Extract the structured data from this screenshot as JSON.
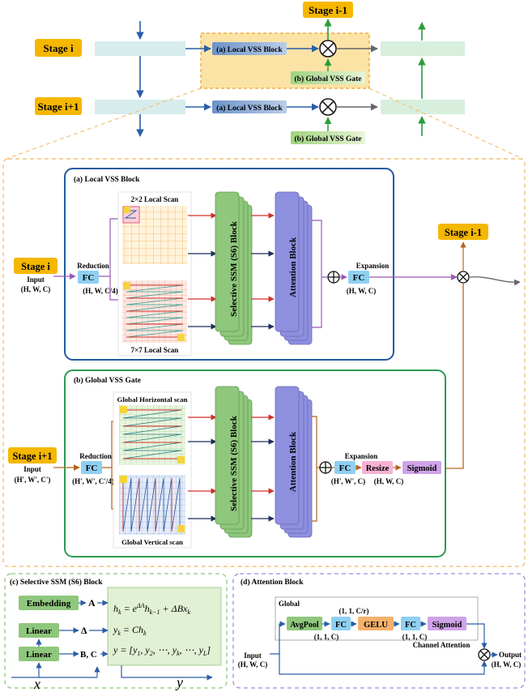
{
  "top": {
    "stage_i": "Stage i",
    "stage_i1": "Stage i+1",
    "stage_im1": "Stage i-1",
    "local_vss_block": "(a) Local VSS Block",
    "global_vss_gate": "(b) Global VSS Gate"
  },
  "local": {
    "panel_title": "(a) Local VSS Block",
    "stage": "Stage i",
    "input_label": "Input",
    "input_shape": "(H, W, C)",
    "reduction": "Reduction",
    "fc": "FC",
    "reduced_shape": "(H, W, C/4)",
    "scan_2x2": "2×2 Local Scan",
    "scan_7x7": "7×7 Local Scan",
    "ssm": "Selective SSM (S6) Block",
    "attention": "Attention  Block",
    "expansion": "Expansion",
    "expanded_shape": "(H, W, C)",
    "stage_out": "Stage i-1"
  },
  "global": {
    "panel_title": "(b) Global VSS Gate",
    "stage": "Stage i+1",
    "input_label": "Input",
    "input_shape": "(H', W', C')",
    "reduction": "Reduction",
    "fc": "FC",
    "reduced_shape": "(H', W', C'/4)",
    "scan_h": "Global Horizontal scan",
    "scan_v": "Global Vertical scan",
    "ssm": "Selective SSM (S6) Block",
    "attention": "Attention  Block",
    "expansion": "Expansion",
    "expanded_shape": "(H', W', C)",
    "resize": "Resize",
    "resized_shape": "(H, W, C)",
    "sigmoid": "Sigmoid"
  },
  "ssm_panel": {
    "title": "(c) Selective SSM (S6) Block",
    "embedding": "Embedding",
    "linear": "Linear",
    "A": "A",
    "delta": "Δ",
    "BC": "B, C",
    "x": "x",
    "y": "y",
    "eq1": "hₖ = e^{ΔA} hₖ₋₁ + ΔBxₖ",
    "eq2": "yₖ = Chₖ",
    "eq3": "y = [y₁, y₂, ⋯, yₖ, ⋯, y_L]"
  },
  "attn_panel": {
    "title": "(d) Attention Block",
    "global": "Global",
    "avgpool": "AvgPool",
    "fc": "FC",
    "gelu": "GELU",
    "sigmoid": "Sigmoid",
    "shape_cr": "(1, 1, C/r)",
    "shape_c1": "(1, 1, C)",
    "shape_c2": "(1, 1, C)",
    "channel_attention": "Channel Attention",
    "input_label": "Input",
    "input_shape": "(H, W, C)",
    "output_label": "Output",
    "output_shape": "(H, W, C)"
  },
  "colors": {
    "stage_orange": "#f5b700",
    "fc_blue": "#8fd0f2",
    "ssm_green": "#8fc77d",
    "attn_purple": "#8f8fe0",
    "local_border": "#1f5c9e",
    "global_border": "#2e9a55",
    "dash_orange": "#f3c277"
  }
}
